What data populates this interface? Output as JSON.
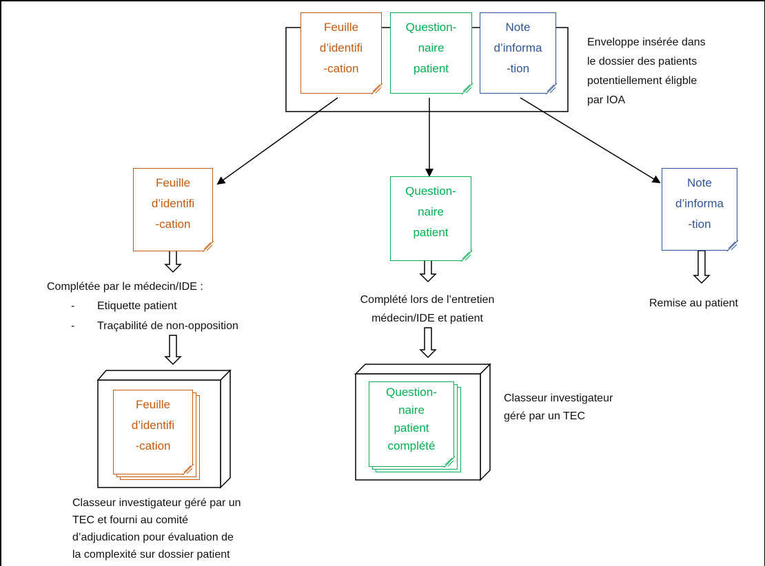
{
  "colors": {
    "orange": "#c55a11",
    "green": "#00b050",
    "blue": "#2f5597",
    "line": "#000000"
  },
  "envelope": {
    "caption_lines": [
      "Enveloppe insérée dans",
      "le dossier des patients",
      "potentiellement éligble",
      "par IOA"
    ],
    "docs": {
      "feuille": [
        "Feuille",
        "d’identifi",
        "-cation"
      ],
      "questionnaire": [
        "Question-",
        "naire",
        "patient"
      ],
      "note": [
        "Note",
        "d’informa",
        "-tion"
      ]
    }
  },
  "left_branch": {
    "doc": [
      "Feuille",
      "d’identifi",
      "-cation"
    ],
    "caption": "Complétée par le médecin/IDE :",
    "bullets": [
      "Etiquette patient",
      "Traçabilité de non-opposition"
    ],
    "bullet_marker": "-",
    "binder_doc": [
      "Feuille",
      "d’identifi",
      "-cation"
    ],
    "binder_caption_lines": [
      "Classeur investigateur géré par un",
      "TEC et fourni au comité",
      "d’adjudication pour évaluation de",
      "la complexité sur dossier patient"
    ]
  },
  "middle_branch": {
    "doc": [
      "Question-",
      "naire",
      "patient"
    ],
    "caption_lines": [
      "Complété lors de l’entretien",
      "médecin/IDE et patient"
    ],
    "binder_doc": [
      "Question-",
      "naire",
      "patient",
      "complété"
    ],
    "binder_caption_lines": [
      "Classeur investigateur",
      "géré par un TEC"
    ]
  },
  "right_branch": {
    "doc": [
      "Note",
      "d’informa",
      "-tion"
    ],
    "caption": "Remise au patient"
  }
}
